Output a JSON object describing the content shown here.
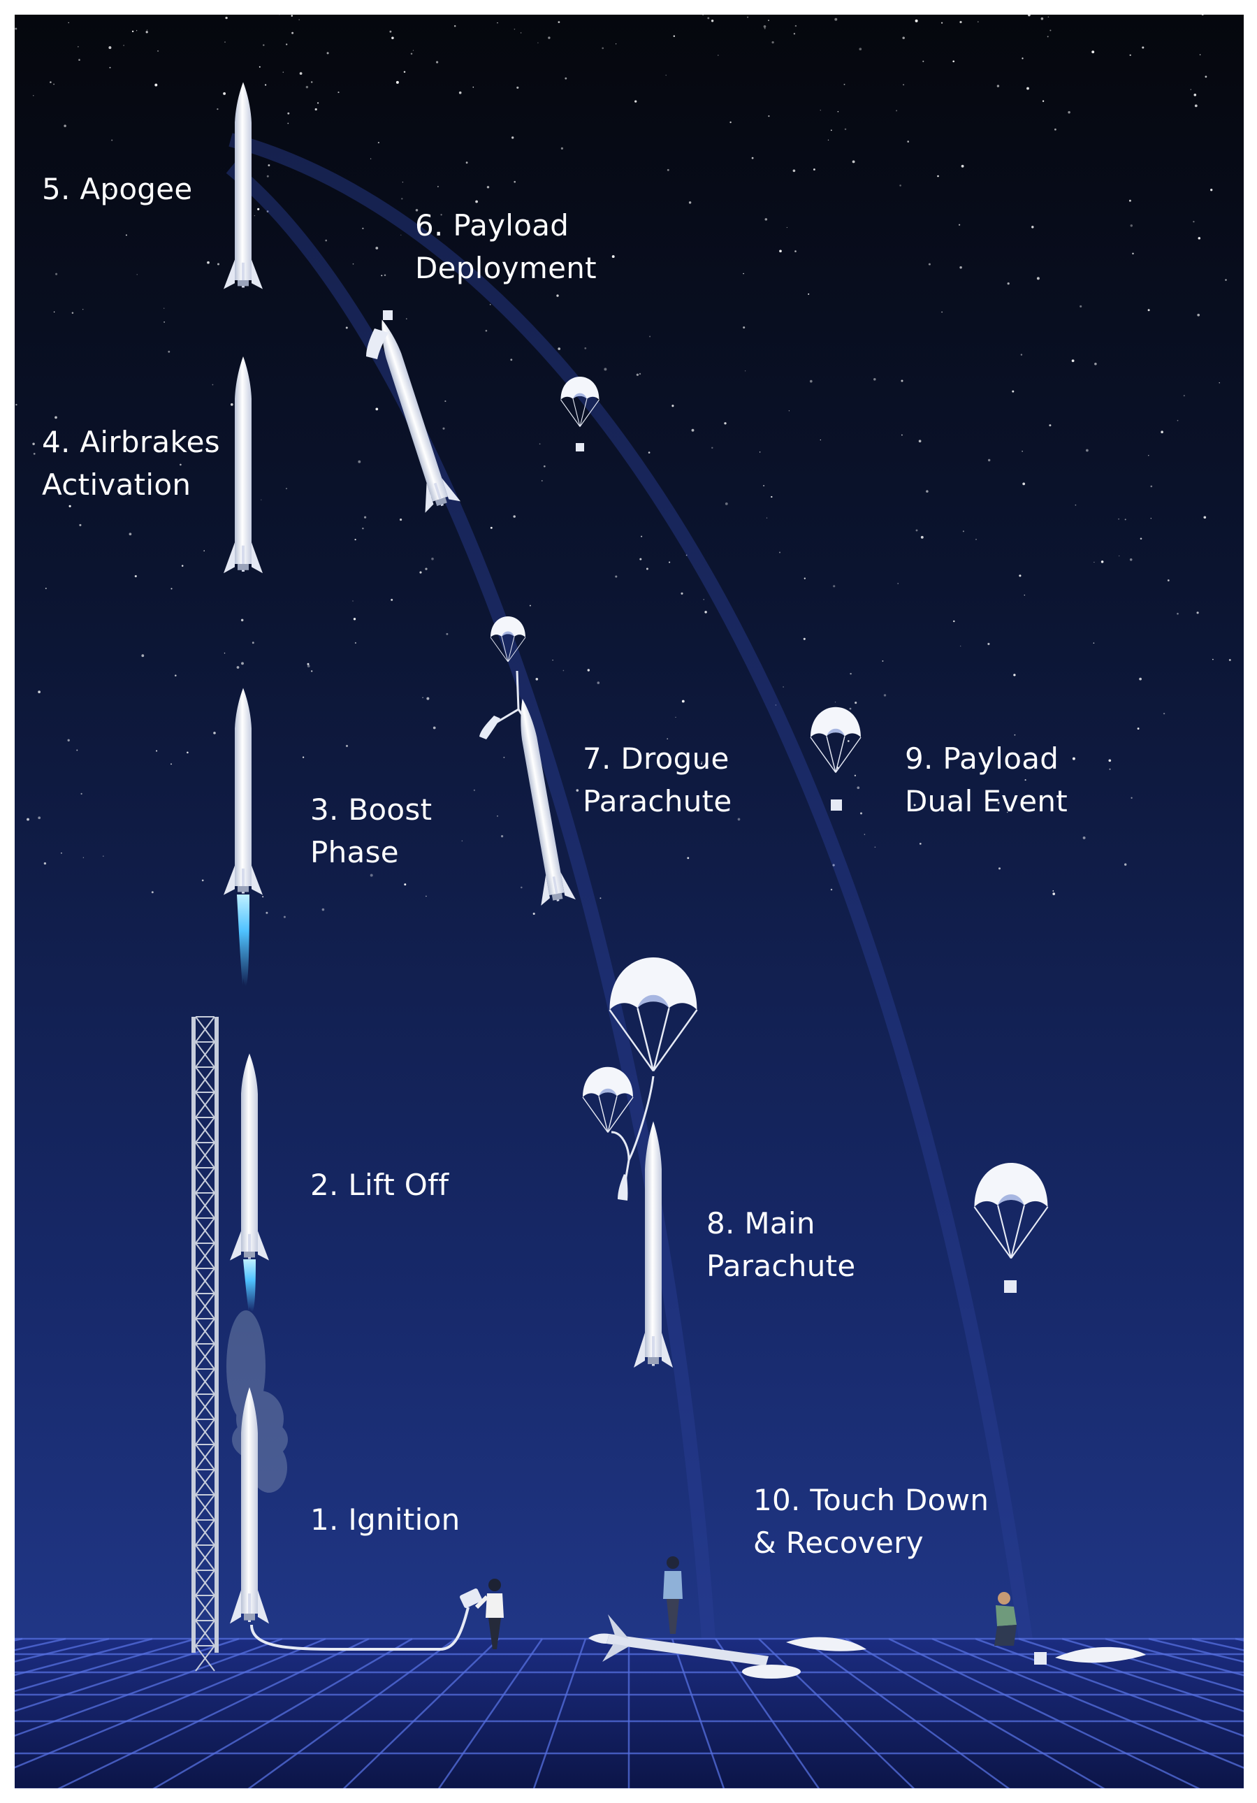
{
  "stages": [
    {
      "id": "ignition",
      "lines": [
        "1. Ignition"
      ]
    },
    {
      "id": "lift-off",
      "lines": [
        "2. Lift Off"
      ]
    },
    {
      "id": "boost-phase",
      "lines": [
        "3. Boost",
        "Phase"
      ]
    },
    {
      "id": "airbrakes-activation",
      "lines": [
        "4. Airbrakes",
        "Activation"
      ]
    },
    {
      "id": "apogee",
      "lines": [
        "5. Apogee"
      ]
    },
    {
      "id": "payload-deployment",
      "lines": [
        "6. Payload",
        "Deployment"
      ]
    },
    {
      "id": "drogue-parachute",
      "lines": [
        "7. Drogue",
        "Parachute"
      ]
    },
    {
      "id": "main-parachute",
      "lines": [
        "8. Main",
        "Parachute"
      ]
    },
    {
      "id": "payload-dual-event",
      "lines": [
        "9. Payload",
        "Dual Event"
      ]
    },
    {
      "id": "touch-down-recovery",
      "lines": [
        "10. Touch Down",
        "& Recovery"
      ]
    }
  ],
  "colors": {
    "sky_top": "#05070d",
    "sky_bottom": "#233a8c",
    "ground": "#0f1a55",
    "grid_line": "#5670e0",
    "label": "#ffffff",
    "rocket": "#eef1f8",
    "flame": "#5fc8ff"
  }
}
